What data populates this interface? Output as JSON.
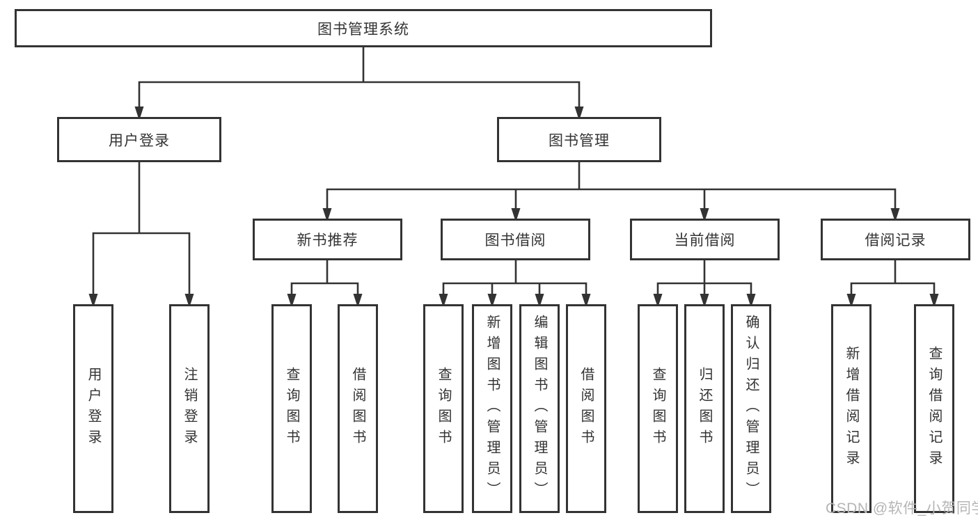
{
  "tree": {
    "label": "图书管理系统",
    "children": [
      {
        "label": "用户登录",
        "children": [
          {
            "label": "用户登录"
          },
          {
            "label": "注销登录"
          }
        ]
      },
      {
        "label": "图书管理",
        "children": [
          {
            "label": "新书推荐",
            "children": [
              {
                "label": "查询图书"
              },
              {
                "label": "借阅图书"
              }
            ]
          },
          {
            "label": "图书借阅",
            "children": [
              {
                "label": "查询图书"
              },
              {
                "label": "新增图书（管理员）"
              },
              {
                "label": "编辑图书（管理员）"
              },
              {
                "label": "借阅图书"
              }
            ]
          },
          {
            "label": "当前借阅",
            "children": [
              {
                "label": "查询图书"
              },
              {
                "label": "归还图书"
              },
              {
                "label": "确认归还（管理员）"
              }
            ]
          },
          {
            "label": "借阅记录",
            "children": [
              {
                "label": "新增借阅记录"
              },
              {
                "label": "查询借阅记录"
              }
            ]
          }
        ]
      }
    ]
  },
  "watermark": "CSDN @软件_小贺同学",
  "colors": {
    "line": "#333333",
    "box_border": "#333333",
    "box_background": "#ffffff",
    "text": "#333333",
    "watermark": "#b5b5b5"
  }
}
